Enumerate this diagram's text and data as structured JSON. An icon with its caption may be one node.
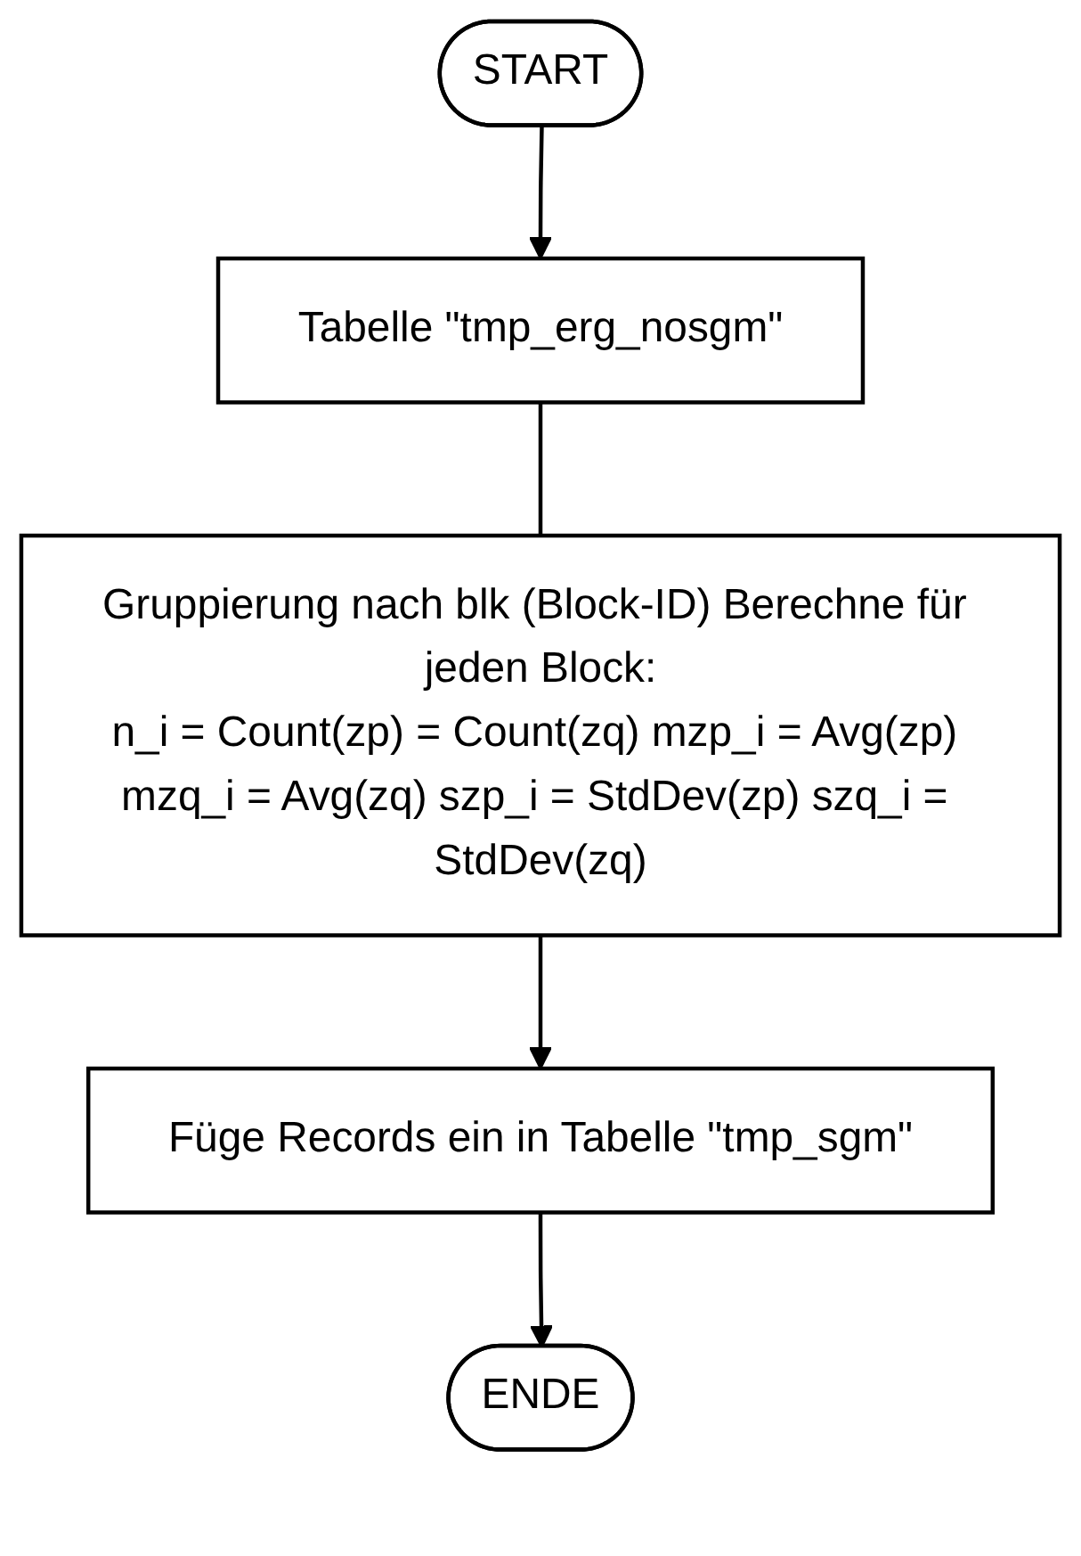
{
  "diagram": {
    "nodes": [
      {
        "text": [
          "START"
        ]
      },
      {
        "text": [
          "Tabelle \"tmp_erg_nosgm\""
        ]
      },
      {
        "text": [
          "Gruppierung nach blk (Block-ID) Berechne für jeden Block:",
          "n_i = Count(zp) = Count(zq) mzp_i = Avg(zp) mzq_i = Avg(zq) szp_i = StdDev(zp) szq_i = StdDev(zq)"
        ]
      },
      {
        "text": [
          "Füge Records ein in Tabelle \"tmp_sgm\""
        ]
      },
      {
        "text": [
          "ENDE"
        ]
      }
    ],
    "edges": [
      {
        "from": 0,
        "to": 1,
        "arrow": "to"
      },
      {
        "from": 1,
        "to": 2,
        "arrow": "none"
      },
      {
        "from": 2,
        "to": 3,
        "arrow": "to"
      },
      {
        "from": 3,
        "to": 4,
        "arrow": "to"
      }
    ]
  }
}
